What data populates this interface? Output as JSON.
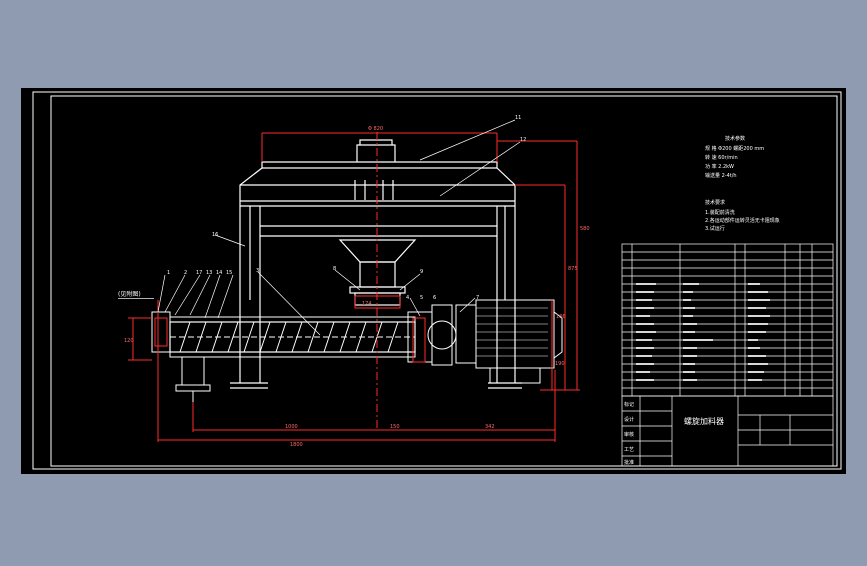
{
  "drawing": {
    "title_block_name": "螺旋加料器",
    "dimensions": {
      "top_span": "Φ 820",
      "overall_length": "1800",
      "segment_left": "1000",
      "segment_mid": "150",
      "segment_right": "342",
      "left_height": "120",
      "right_height_1": "580",
      "right_height_2": "875",
      "right_height_3": "190",
      "right_height_4": "136",
      "hopper_neck": "174"
    },
    "part_labels": [
      "1",
      "2",
      "17",
      "13",
      "14",
      "15",
      "16",
      "3",
      "8",
      "9",
      "4",
      "5",
      "6",
      "7",
      "11",
      "12"
    ],
    "spec_title": "技术参数",
    "spec_lines": [
      "规 格  Φ200  螺距200  mm",
      "转 速  60r/min",
      "功 率  2.2kW",
      "输送量  2-4t/h"
    ],
    "notes_title": "技术要求",
    "notes": [
      "1.装配前清洗",
      "2.各运动部件运转灵活无卡阻现象",
      "3.试运行"
    ],
    "left_callout": "(见附图)",
    "title_block_left": [
      "标记",
      "设计",
      "审核",
      "工艺",
      "批准"
    ]
  },
  "colors": {
    "canvas_bg": "#000000",
    "outer_bg": "#8e9bb0",
    "line_white": "#ffffff",
    "dim_red": "#ff2a2a",
    "mechanism": "#ffffff"
  }
}
